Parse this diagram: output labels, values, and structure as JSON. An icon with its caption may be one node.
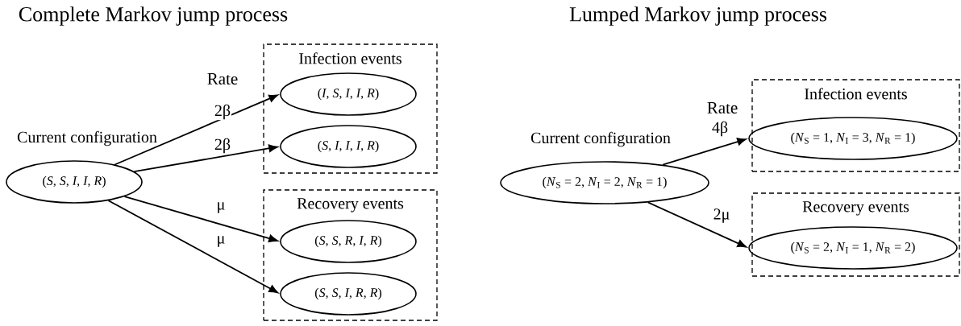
{
  "diagram": {
    "nodes": [
      {
        "text": [
          "Current configuration",
          "(*S*, *S*, *I*, *I*, *R*)"
        ]
      },
      {
        "text": [
          "Infection events"
        ]
      },
      {
        "text": [
          "(*I*, *S*, *I*, *I*, *R*)"
        ],
        "in": 1
      },
      {
        "text": [
          "(*S*, *I*, *I*, *I*, *R*)"
        ],
        "in": 1
      },
      {
        "text": [
          "Recovery events"
        ]
      },
      {
        "text": [
          "(*S*, *S*, *R*, *I*, *R*)"
        ],
        "in": 4
      },
      {
        "text": [
          "(*S*, *S*, *I*, *R*, *R*)"
        ],
        "in": 4
      },
      {
        "text": [
          "Current configuration",
          "(*N*$_{S}$ = 2, *N*$_{I}$ = 2, *N*$_{R}$ = 1)"
        ]
      },
      {
        "text": [
          "Infection events"
        ]
      },
      {
        "text": [
          "(*N*$_{S}$ = 1, *N*$_{I}$ = 3, *N*$_{R}$ = 1)"
        ],
        "in": 8
      },
      {
        "text": [
          "Recovery events"
        ]
      },
      {
        "text": [
          "(*N*$_{S}$ = 2, *N*$_{I}$ = 1, *N*$_{R}$ = 2)"
        ],
        "in": 10
      }
    ],
    "edges": [
      {
        "from": 0,
        "to": 2,
        "arrow": "to",
        "label": "2β"
      },
      {
        "from": 0,
        "to": 3,
        "arrow": "to",
        "label": "2β"
      },
      {
        "from": 0,
        "to": 5,
        "arrow": "to",
        "label": "μ"
      },
      {
        "from": 0,
        "to": 6,
        "arrow": "to",
        "label": "μ"
      },
      {
        "from": 7,
        "to": 9,
        "arrow": "to",
        "label": "4β"
      },
      {
        "from": 7,
        "to": 11,
        "arrow": "to",
        "label": "2μ"
      }
    ],
    "labels": [
      "Complete Markov jump process",
      "Rate",
      "Lumped Markov jump process",
      "Rate"
    ]
  }
}
